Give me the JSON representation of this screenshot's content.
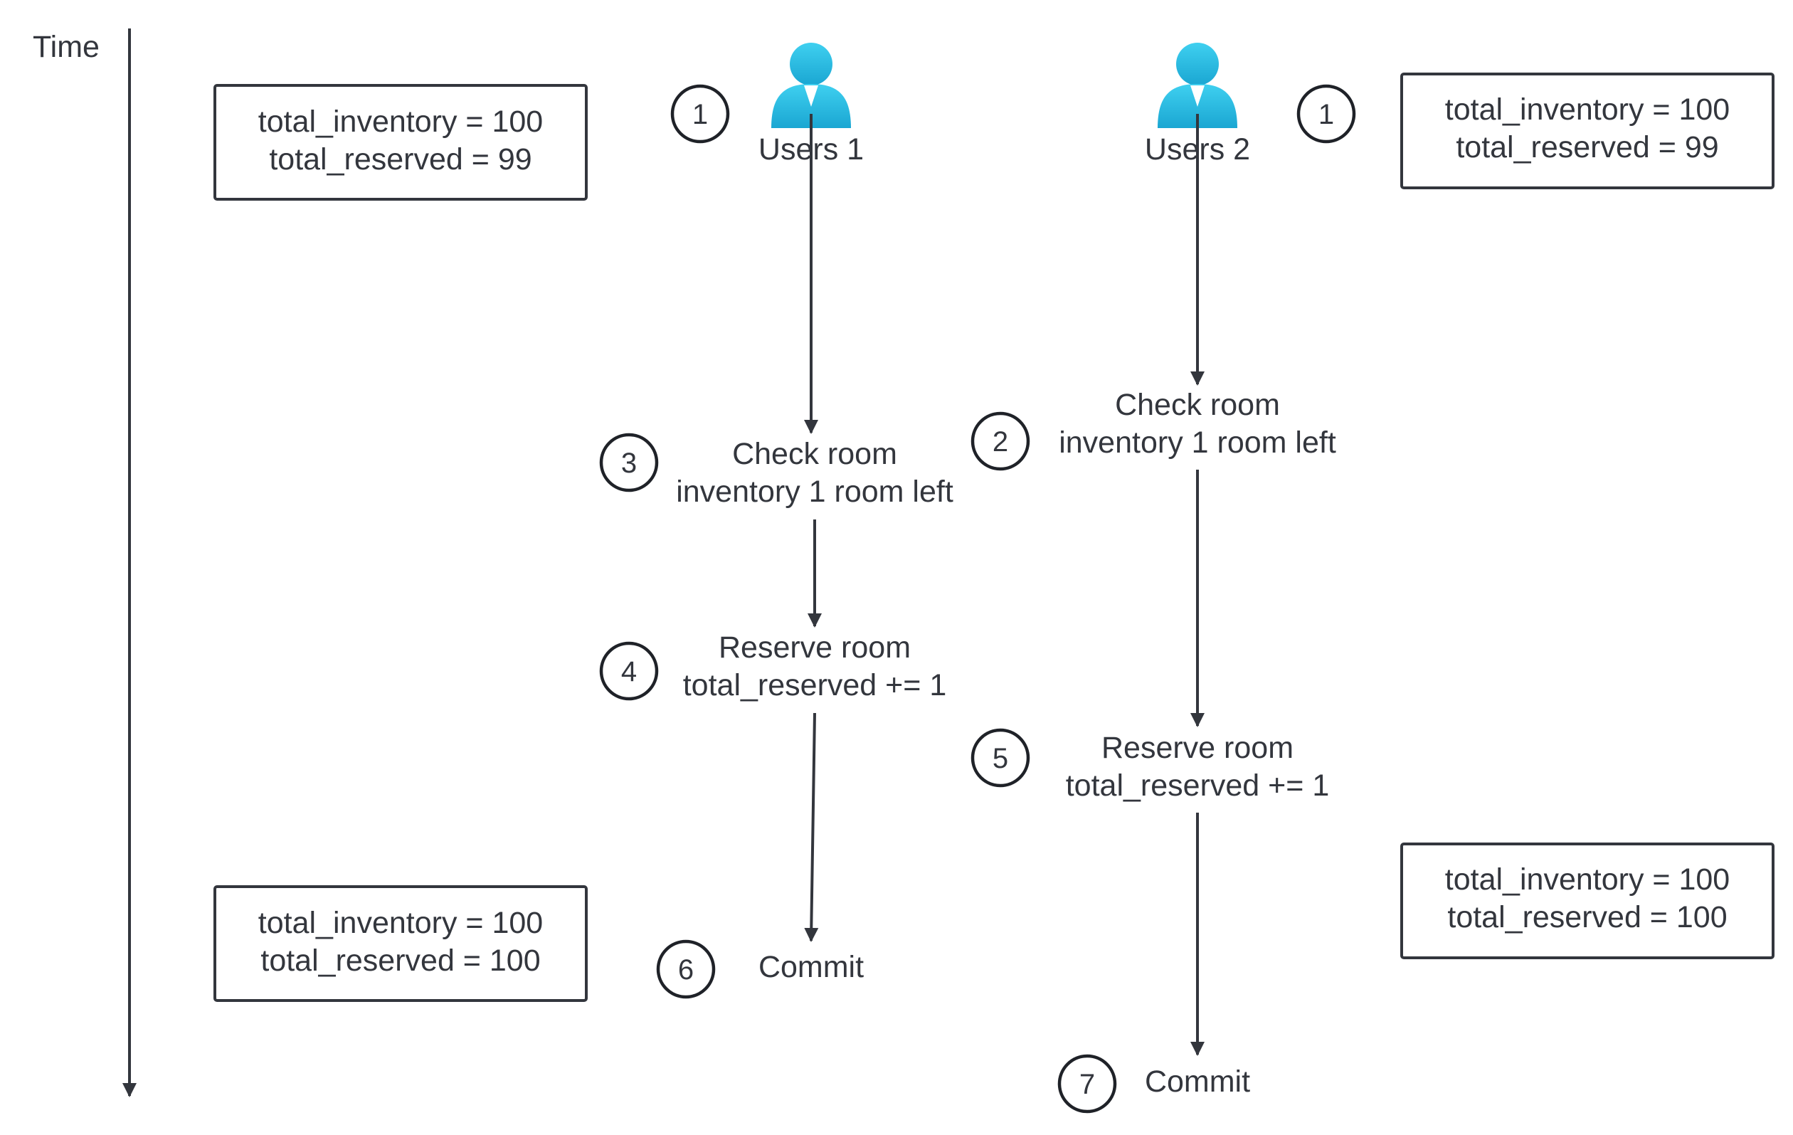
{
  "time_label": "Time",
  "user1": {
    "label": "Users 1",
    "step": "1"
  },
  "user2": {
    "label": "Users 2",
    "step": "1"
  },
  "boxes": {
    "left_top": {
      "line1": "total_inventory = 100",
      "line2": "total_reserved = 99"
    },
    "right_top": {
      "line1": "total_inventory = 100",
      "line2": "total_reserved = 99"
    },
    "left_bottom": {
      "line1": "total_inventory = 100",
      "line2": "total_reserved = 100"
    },
    "right_bottom": {
      "line1": "total_inventory = 100",
      "line2": "total_reserved = 100"
    }
  },
  "steps": {
    "u1_check": {
      "num": "3",
      "line1": "Check room",
      "line2": "inventory 1 room left"
    },
    "u1_reserve": {
      "num": "4",
      "line1": "Reserve room",
      "line2": "total_reserved += 1"
    },
    "u1_commit": {
      "num": "6",
      "line1": "Commit"
    },
    "u2_check": {
      "num": "2",
      "line1": "Check room",
      "line2": "inventory 1 room left"
    },
    "u2_reserve": {
      "num": "5",
      "line1": "Reserve room",
      "line2": "total_reserved += 1"
    },
    "u2_commit": {
      "num": "7",
      "line1": "Commit"
    }
  },
  "colors": {
    "line": "#33363d",
    "user_icon_top": "#3fd0f0",
    "user_icon_bottom": "#1aa6d2",
    "text": "#33363d"
  }
}
